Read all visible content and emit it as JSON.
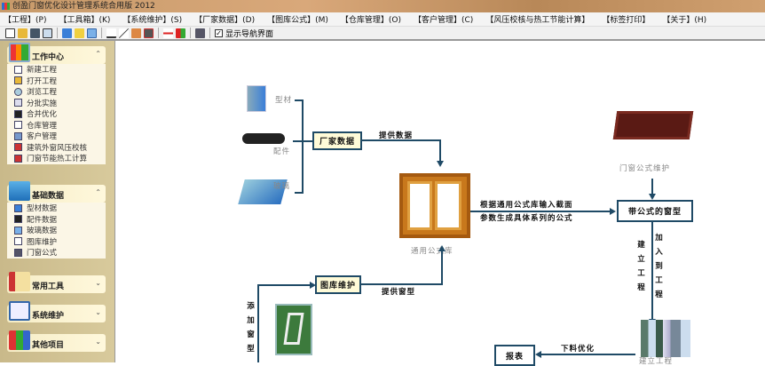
{
  "window": {
    "title": "创盈门窗优化设计管理系统合用版 2012"
  },
  "menu": [
    "【工程】(P)",
    "【工具箱】(K)",
    "【系统维护】(S)",
    "【厂家数据】(D)",
    "【图库公式】(M)",
    "【仓库管理】(O)",
    "【客户管理】(C)",
    "【风压校核与热工节能计算】",
    "【标签打印】",
    "【关于】(H)"
  ],
  "toolbar": {
    "show_nav_label": "显示导航界面",
    "show_nav_checked": true
  },
  "sidebar": {
    "groups": [
      {
        "label": "工作中心",
        "expanded": true,
        "items": [
          "新建工程",
          "打开工程",
          "浏览工程",
          "分批实施",
          "合并优化",
          "仓库管理",
          "客户管理",
          "建筑外窗风压校核",
          "门窗节能热工计算"
        ]
      },
      {
        "label": "基础数据",
        "expanded": true,
        "items": [
          "型材数据",
          "配件数据",
          "玻璃数据",
          "图库维护",
          "门窗公式"
        ]
      },
      {
        "label": "常用工具",
        "expanded": false
      },
      {
        "label": "系统维护",
        "expanded": false
      },
      {
        "label": "其他项目",
        "expanded": false
      }
    ]
  },
  "diagram": {
    "profile": "型材",
    "hardware": "配件",
    "glass": "玻璃",
    "vendor_data": "厂家数据",
    "provide_data": "提供数据",
    "formula_lib": "通用公式库",
    "gen_line1": "根据通用公式库输入截面",
    "gen_line2": "参数生成具体系列的公式",
    "formula_maint": "门窗公式维护",
    "window_with_formula": "带公式的窗型",
    "build_project": "建立工程",
    "add_to_project": "加入到工程",
    "building_label": "建立工程",
    "gallery_maint": "图库维护",
    "provide_window": "提供窗型",
    "add_window": "添加窗型",
    "report": "报表",
    "cut_optimize": "下料优化"
  }
}
